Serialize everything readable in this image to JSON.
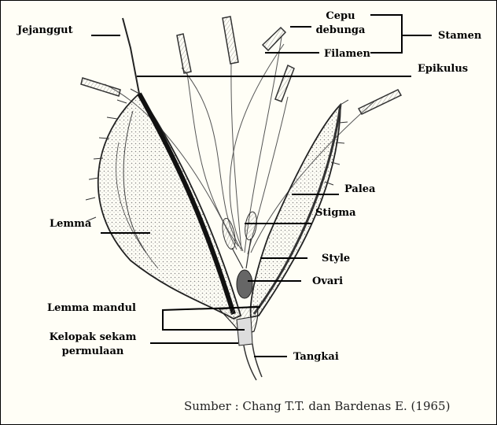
{
  "labels": {
    "jejanggut": "Jejanggut",
    "cepu_line1": "Cepu",
    "cepu_line2": "debunga",
    "stamen": "Stamen",
    "filamen": "Filamen",
    "epikulus": "Epikulus",
    "palea": "Palea",
    "stigma": "Stigma",
    "lemma": "Lemma",
    "style": "Style",
    "ovari": "Ovari",
    "lemma_mandul": "Lemma mandul",
    "kelopak_line1": "Kelopak sekam",
    "kelopak_line2": "permulaan",
    "tangkai": "Tangkai"
  },
  "source": "Sumber : Chang T.T. dan Bardenas E. (1965)"
}
